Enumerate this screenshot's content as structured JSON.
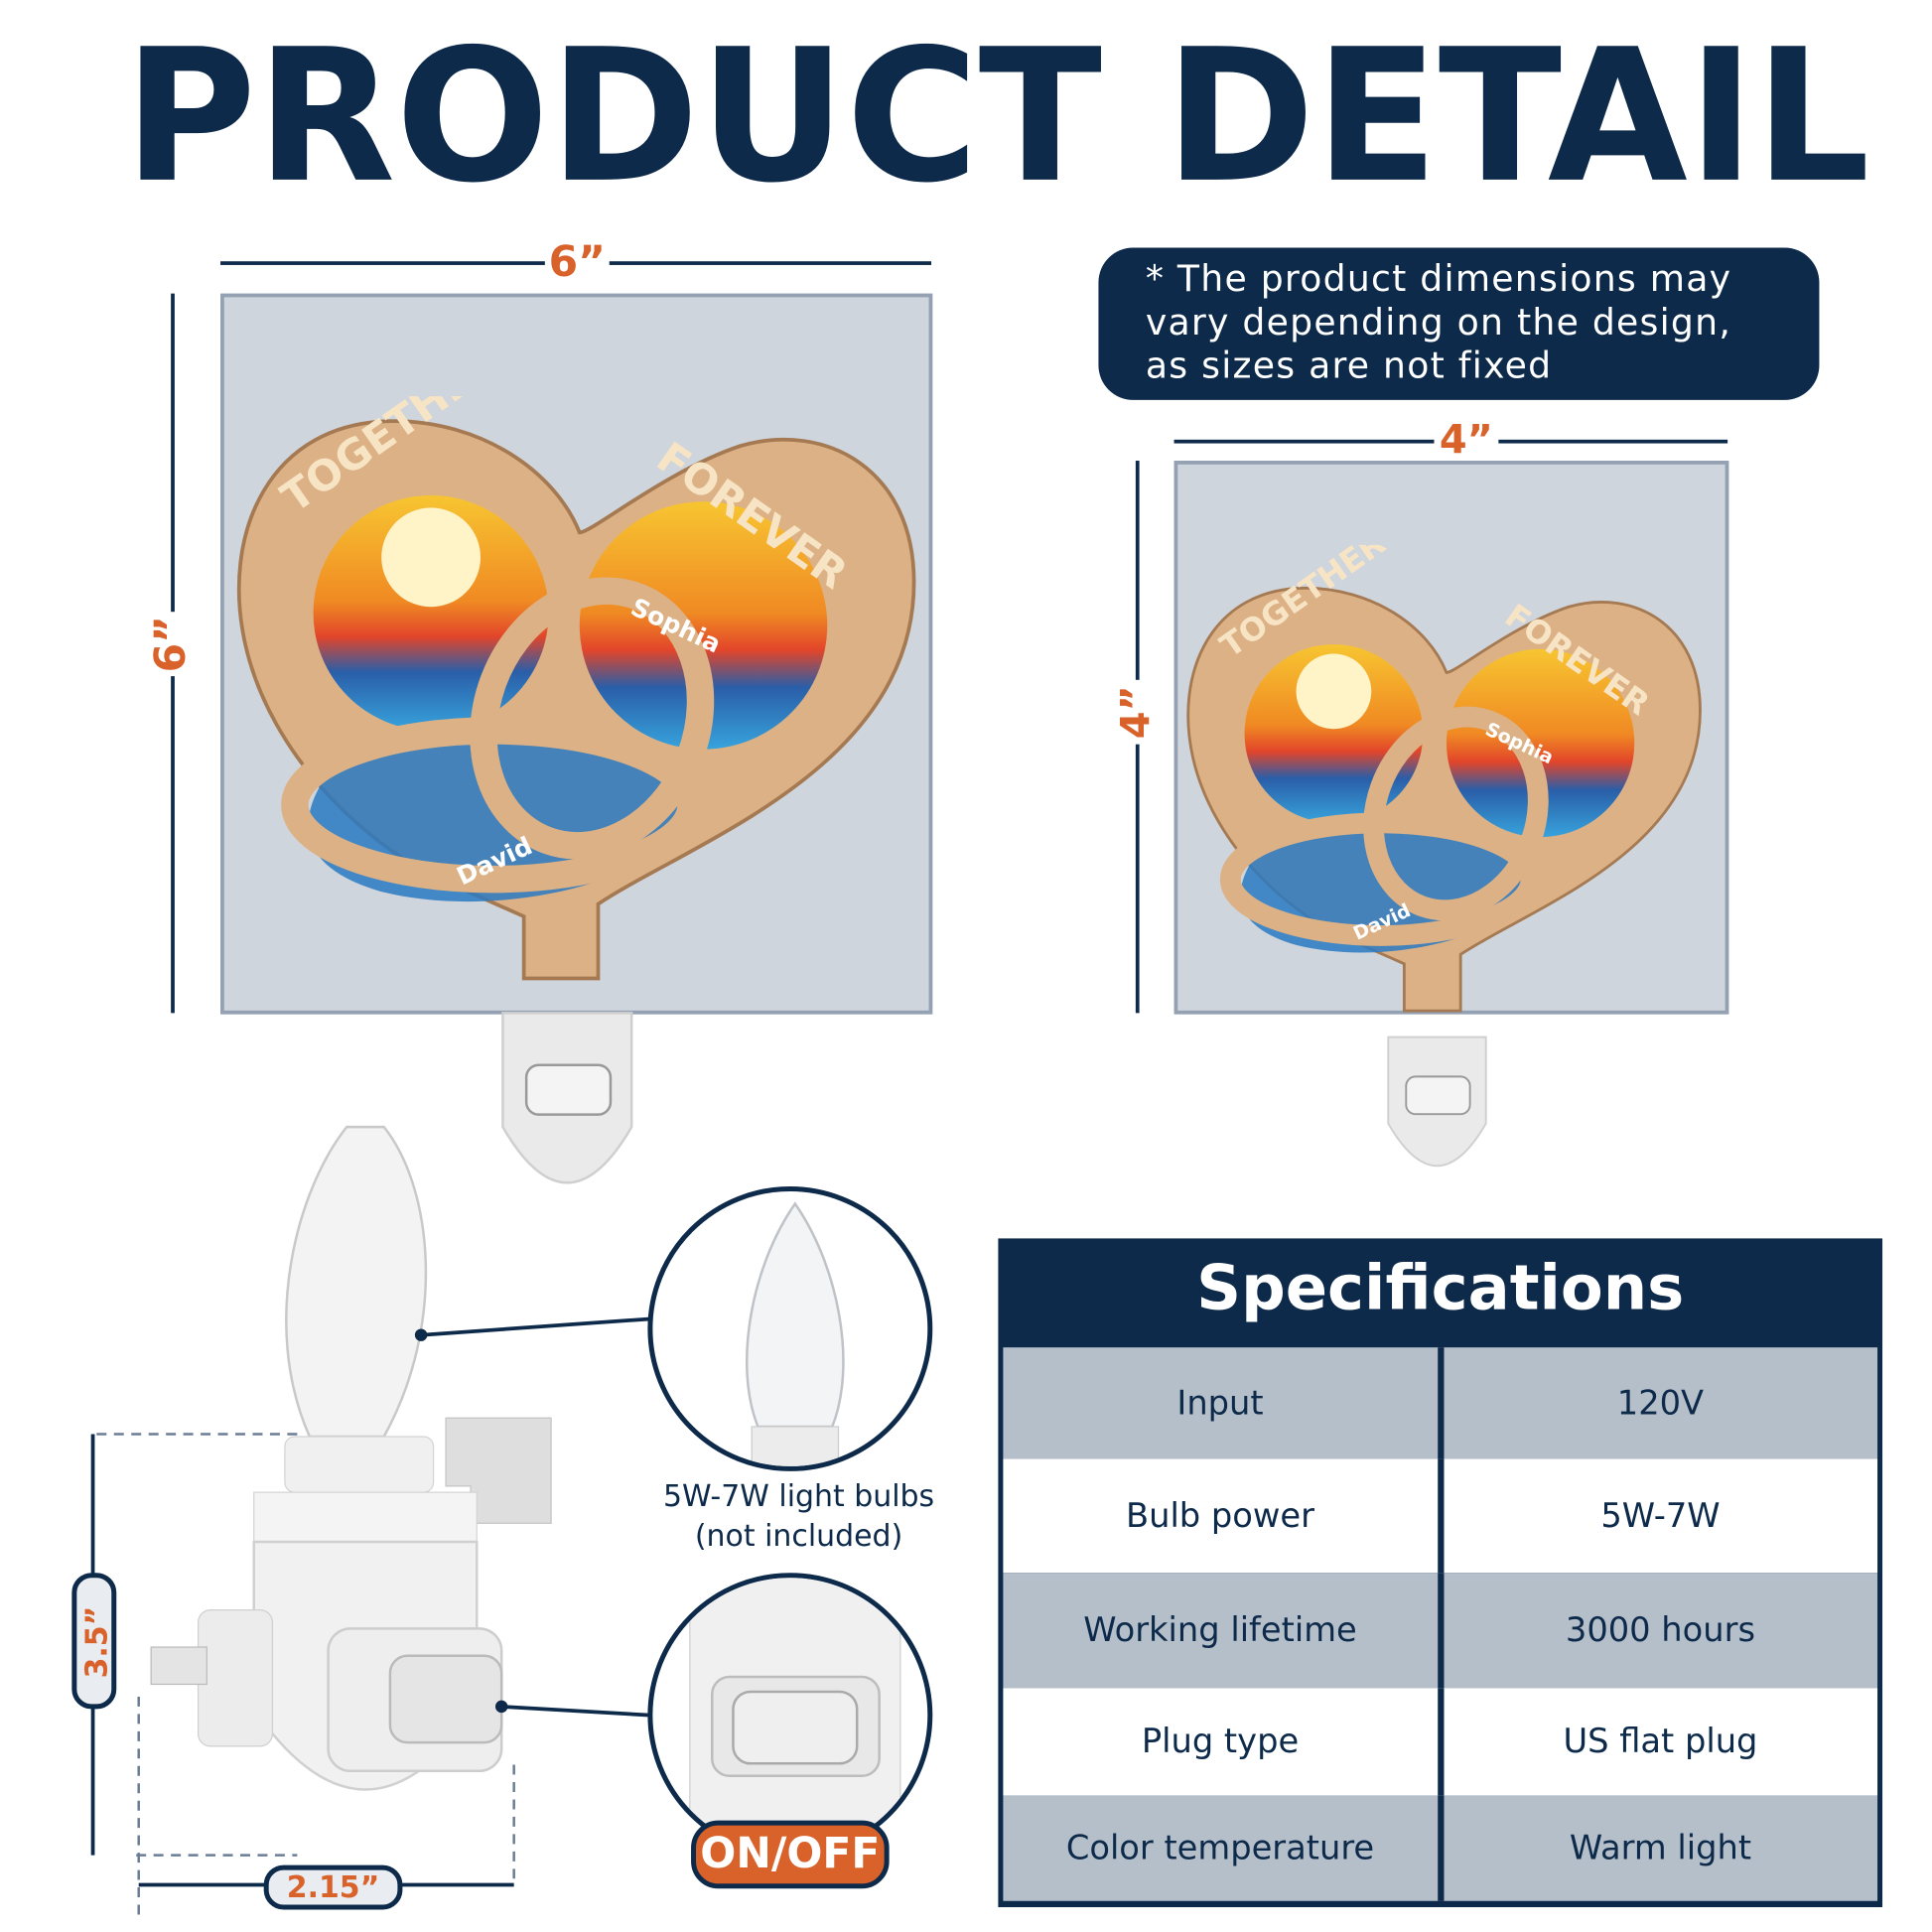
{
  "title": "PRODUCT DETAIL",
  "large_product": {
    "width_label": "6”",
    "height_label": "6”",
    "top_text": "TOGETHER",
    "side_text": "FOREVER",
    "name_1": "Sophia",
    "name_2": "David"
  },
  "small_product": {
    "width_label": "4”",
    "height_label": "4”",
    "top_text": "TOGETHER",
    "side_text": "FOREVER",
    "name_1": "Sophia",
    "name_2": "David"
  },
  "note": {
    "lines": [
      "* The product dimensions may",
      "vary depending on the design,",
      "as sizes are not fixed"
    ]
  },
  "base_detail": {
    "height_label": "3.5”",
    "width_label": "2.15”",
    "bulb_caption": [
      "5W-7W light bulbs",
      "(not included)"
    ],
    "switch_label": "ON/OFF"
  },
  "specifications": {
    "title": "Specifications",
    "rows": [
      {
        "label": "Input",
        "value": "120V"
      },
      {
        "label": "Bulb power",
        "value": "5W-7W"
      },
      {
        "label": "Working lifetime",
        "value": "3000 hours"
      },
      {
        "label": "Plug type",
        "value": "US flat plug"
      },
      {
        "label": "Color temperature",
        "value": "Warm light"
      }
    ]
  },
  "colors": {
    "navy": "#0d2a4a",
    "orange": "#d9622b",
    "panel": "#cfd5dd",
    "row_alt": "#b5bfca"
  }
}
